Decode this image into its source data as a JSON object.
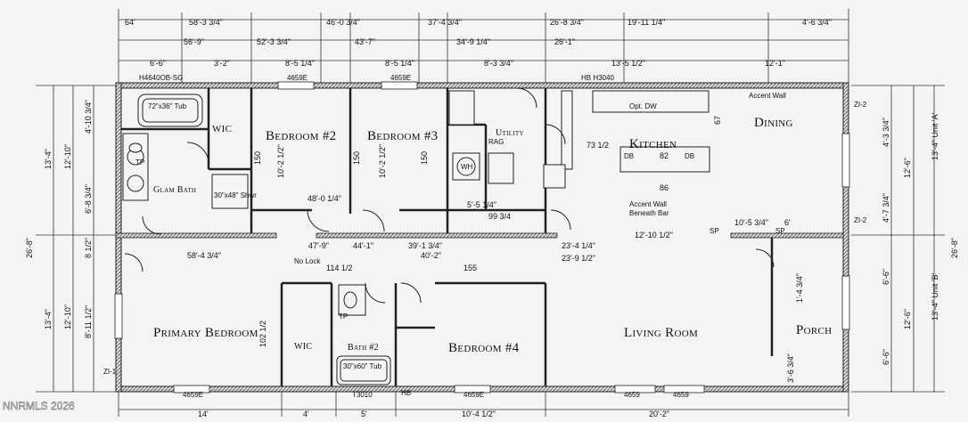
{
  "rooms": {
    "bedroom2": "Bedroom #2",
    "bedroom3": "Bedroom #3",
    "kitchen": "Kitchen",
    "dining": "Dining",
    "glam_bath": "Glam Bath",
    "wic_top": "WIC",
    "utility": "Utility",
    "primary_bedroom": "Primary Bedroom",
    "wic_primary": "WIC",
    "bath2": "Bath #2",
    "bedroom4": "Bedroom #4",
    "living_room": "Living Room",
    "porch": "Porch"
  },
  "notes": {
    "accent_wall_top": "Accent Wall",
    "accent_wall_bar": "Accent Wall",
    "beneath_bar": "Beneath Bar",
    "tub_top": "72\"x36\" Tub",
    "tub_bottom": "30\"x60\" Tub",
    "shower": "30\"x48\" Shwr",
    "window_h4640": "H4640OB-SG",
    "hb_h3040": "HB H3040",
    "no_lock": "No Lock",
    "wh": "WH",
    "rag": "RAG",
    "opt_dw": "Opt. DW",
    "db1": "DB",
    "db2": "DB",
    "sp1": "SP",
    "sp2": "SP",
    "fixtures_tp1": "TP",
    "fixtures_tp2": "TP",
    "hb_bottom": "HB",
    "zl2_a": "ZI-2",
    "zl2_b": "ZI-2",
    "zl1": "ZI-1",
    "unit_a": "13'-4\" Unit 'A'",
    "unit_b": "13'-4\" Unit 'B'"
  },
  "top_dims": [
    "64'",
    "58'-3 3/4\"",
    "46'-0 3/4\"",
    "37'-4 3/4\"",
    "26'-8 3/4\"",
    "19'-11 1/4\"",
    "4'-6 3/4\""
  ],
  "top_dims_row2": [
    "56'-9\"",
    "52'-3 3/4\"",
    "43'-7\"",
    "34'-9 1/4\"",
    "26'-1\""
  ],
  "top_dims_row3": [
    "6'-6\"",
    "3'-2\"",
    "8'-5 1/4\"",
    "8'-5 1/4\"",
    "8'-3 3/4\"",
    "13'-5 1/2\"",
    "12'-1\""
  ],
  "top_windows": [
    "4659E",
    "4659E"
  ],
  "bottom_windows": [
    "4659E",
    "T3010",
    "4659E",
    "4659",
    "4659"
  ],
  "bottom_dims": [
    "14'",
    "4'",
    "5'",
    "10'-4 1/2\"",
    "20'-2\""
  ],
  "mid_dims": [
    "58'-4 3/4\"",
    "47'-9\"",
    "44'-1\"",
    "39'-1 3/4\"",
    "40'-2\"",
    "23'-4 1/4\"",
    "23'-9 1/2\"",
    "12'-10 1/2\"",
    "10'-5 3/4\"",
    "6'"
  ],
  "left_dims": [
    "13'-4\"",
    "12'-10\"",
    "4'-10 3/4\"",
    "6'-8 3/4\"",
    "8 1/2\"",
    "12'-10\"",
    "13'-4\"",
    "8'-11 1/2\"",
    "26'-8\""
  ],
  "right_dims": [
    "4'-3 3/4\"",
    "12'-6\"",
    "4'-7 3/4\"",
    "26'-8\"",
    "6'-6\"",
    "12'-6\"",
    "6'-6\"",
    "1'-4 3/4\"",
    "3'-6 3/4\""
  ],
  "interior_dims": [
    "150",
    "150",
    "150",
    "10'-2 1/2\"",
    "10'-2 1/2\"",
    "48'-0 1/4\"",
    "102 1/2",
    "114 1/2",
    "155",
    "82",
    "86",
    "67",
    "73 1/2",
    "99 3/4",
    "5'-5 1/4\""
  ],
  "watermark": "NNRMLS 2026"
}
